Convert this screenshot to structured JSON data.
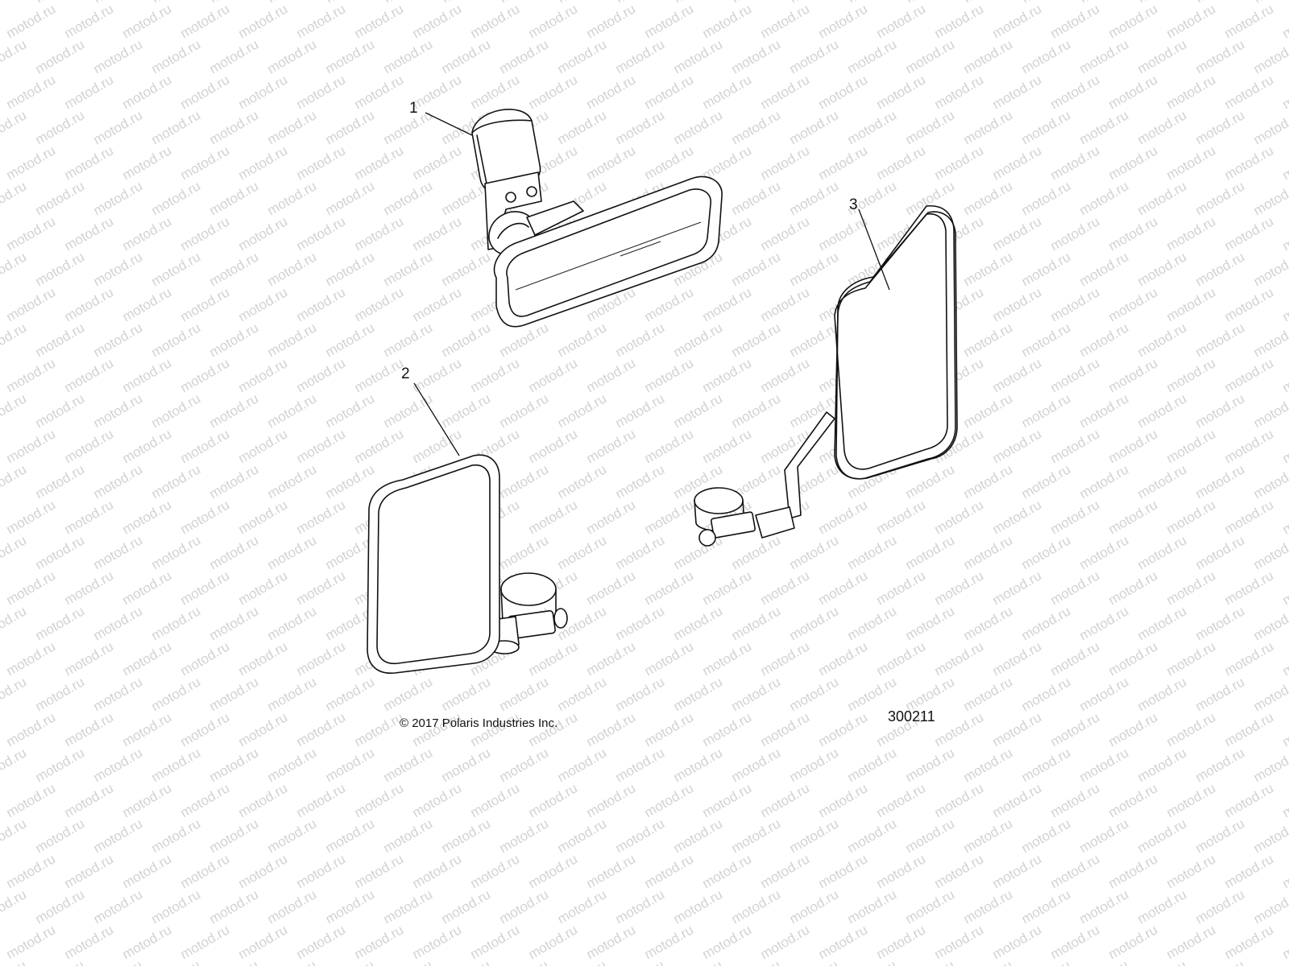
{
  "watermark": {
    "text": "motod.ru",
    "color": "#d2d2d2"
  },
  "callouts": [
    {
      "id": "1",
      "label": "1",
      "part": "rear-view-mirror"
    },
    {
      "id": "2",
      "label": "2",
      "part": "left-side-mirror"
    },
    {
      "id": "3",
      "label": "3",
      "part": "right-side-mirror"
    }
  ],
  "footer": {
    "copyright": "© 2017 Polaris Industries Inc.",
    "drawing_number": "300211"
  }
}
